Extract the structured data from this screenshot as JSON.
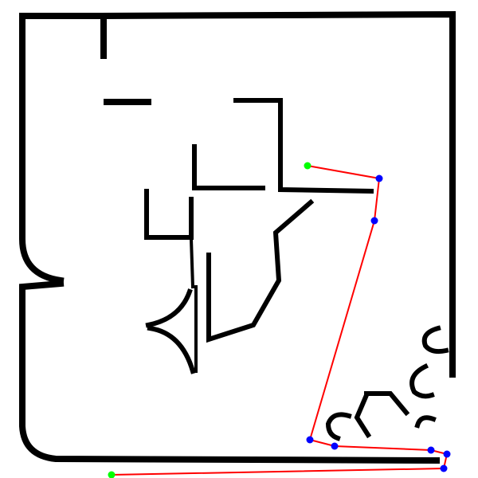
{
  "map": {
    "colors": {
      "background": "#ffffff",
      "wall": "#000000",
      "path": "#ff0000",
      "waypoint": "#0000ff",
      "endpoint": "#00ff00"
    },
    "path": {
      "node_kinds": [
        "endpoint",
        "waypoint",
        "waypoint",
        "waypoint",
        "waypoint",
        "waypoint",
        "waypoint",
        "waypoint",
        "endpoint"
      ],
      "node_count": 9
    }
  }
}
